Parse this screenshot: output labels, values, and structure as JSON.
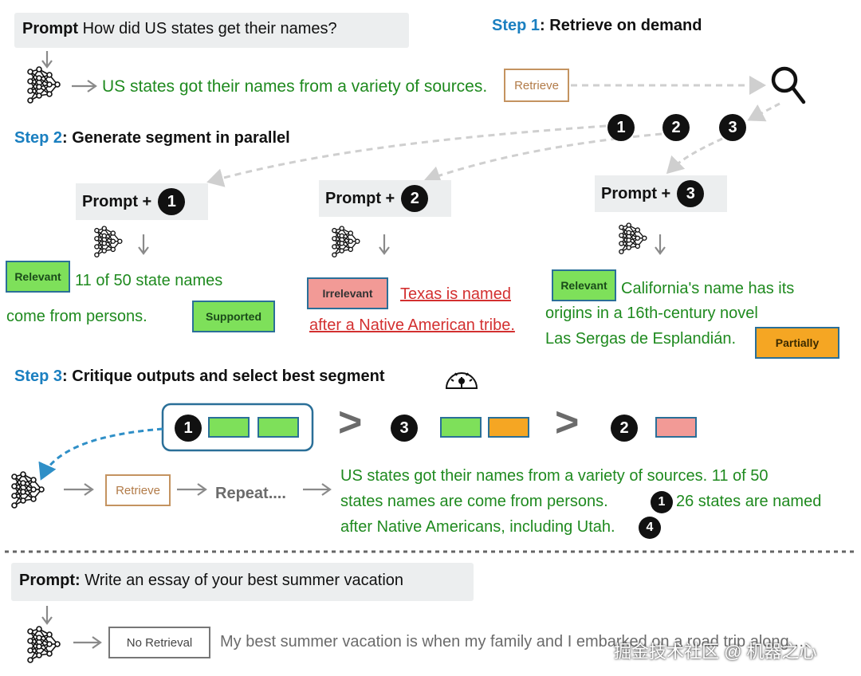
{
  "top_prompt": {
    "label": "Prompt",
    "text": "How did US states get their names?"
  },
  "step1": {
    "num": "Step 1",
    "title": ": Retrieve on demand"
  },
  "first_output": "US states got their names from a variety of sources.",
  "retrieve_tag": "Retrieve",
  "step2": {
    "num": "Step 2",
    "title": ": Generate segment in parallel"
  },
  "doc_numbers": [
    "1",
    "2",
    "3"
  ],
  "prompt_plus": "Prompt +",
  "segments": [
    {
      "tag": "Relevant",
      "line1": "11 of 50 state names",
      "line2": "come from persons.",
      "support": "Supported"
    },
    {
      "tag": "Irrelevant",
      "line1": "Texas is named",
      "line2": "after a Native American tribe."
    },
    {
      "tag": "Relevant",
      "line1": "California's name has its",
      "line2": "origins  in  a  16th-century  novel",
      "line3": "Las Sergas de Esplandián.",
      "support": "Partially"
    }
  ],
  "step3": {
    "num": "Step 3",
    "title": ": Critique outputs and select best segment"
  },
  "ranking": {
    "gt": ">"
  },
  "repeat_row": {
    "retrieve": "Retrieve",
    "repeat": "Repeat...."
  },
  "final_output": {
    "line1": "US  states  got  their  names  from  a  variety  of  sources.  11  of  50",
    "line2a": "states names are come from persons.",
    "line2b": "26 states are named",
    "line3": "after Native Americans, including Utah.",
    "cite1": "1",
    "cite2": "4"
  },
  "bottom_prompt": {
    "label": "Prompt:",
    "text": "Write an essay of your best summer vacation"
  },
  "no_retrieval_tag": "No Retrieval",
  "bottom_output": "My best summer vacation is when my family and I embarked on a road trip along …",
  "watermark": "掘金技术社区 @ 机器之心"
}
